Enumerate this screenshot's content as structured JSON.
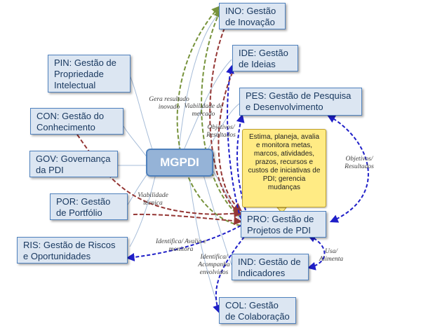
{
  "center": {
    "label": "MGPDI"
  },
  "nodes": {
    "ino": "INO: Gestão de Inovação",
    "ide": "IDE: Gestão de Ideias",
    "pes": "PES: Gestão de Pesquisa e Desenvolvimento",
    "pin": "PIN: Gestão de Propriedade Intelectual",
    "con": "CON: Gestão do Conhecimento",
    "gov": "GOV: Governança da PDI",
    "por": "POR: Gestão de Portfólio",
    "ris": "RIS: Gestão de Riscos e Oportunidades",
    "pro": "PRO: Gestão de Projetos de PDI",
    "ind": "IND: Gestão de Indicadores",
    "col": "COL: Gestão de Colaboração"
  },
  "callout": "Estima, planeja, avalia e monitora metas, marcos, atividades, prazos, recursos e custos de iniciativas de PDI; gerencia mudanças",
  "edge_labels": {
    "gera_resultado": "Gera resultado inovado",
    "viabilidade_mercado": "Viabilidade de mercado",
    "objetivos_resultados_1": "Objetivos/ Resultados",
    "objetivos_resultados_2": "Objetivos/ Resultados",
    "viabilidade_tecnica": "Viabilidade técnica",
    "identifica_avalia": "Identifica/ Avalia e monitora",
    "identifica_acompanha": "Identifica/ Acompanha envolvidos",
    "usa_alimenta": "Usa/ Alimenta"
  },
  "colors": {
    "box_fill": "#dce6f2",
    "box_border": "#4f81bd",
    "center_fill": "#95b3d7",
    "link_line": "#a6bcd8",
    "green_arrow": "#77933c",
    "red_arrow": "#953735",
    "blue_arrow": "#1f1fc8",
    "callout_fill": "#ffeb84"
  }
}
